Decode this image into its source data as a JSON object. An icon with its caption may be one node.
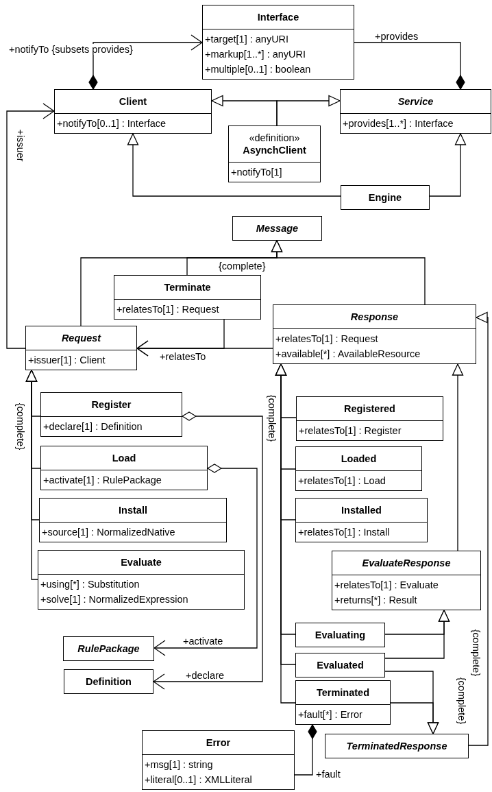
{
  "diagram": {
    "nodes": [
      {
        "text": [
          "Interface",
          "+target[1] : anyURI",
          "+markup[1..*] : anyURI",
          "+multiple[0..1] : boolean"
        ]
      },
      {
        "text": [
          "Client",
          "+notifyTo[0..1] : Interface"
        ]
      },
      {
        "text": [
          "Service",
          "+provides[1..*] : Interface"
        ]
      },
      {
        "text": [
          "«definition»",
          "AsynchClient",
          "+notifyTo[1]"
        ]
      },
      {
        "text": [
          "Engine"
        ]
      },
      {
        "text": [
          "Message"
        ]
      },
      {
        "text": [
          "Terminate",
          "+relatesTo[1] : Request"
        ]
      },
      {
        "text": [
          "Response",
          "+relatesTo[1] : Request",
          "+available[*] : AvailableResource"
        ]
      },
      {
        "text": [
          "Request",
          "+issuer[1] : Client"
        ]
      },
      {
        "text": [
          "Register",
          "+declare[1] : Definition"
        ]
      },
      {
        "text": [
          "Load",
          "+activate[1] : RulePackage"
        ]
      },
      {
        "text": [
          "Install",
          "+source[1] : NormalizedNative"
        ]
      },
      {
        "text": [
          "Evaluate",
          "+using[*] : Substitution",
          "+solve[1] : NormalizedExpression"
        ]
      },
      {
        "text": [
          "Registered",
          "+relatesTo[1] : Register"
        ]
      },
      {
        "text": [
          "Loaded",
          "+relatesTo[1] : Load"
        ]
      },
      {
        "text": [
          "Installed",
          "+relatesTo[1] : Install"
        ]
      },
      {
        "text": [
          "EvaluateResponse",
          "+relatesTo[1] : Evaluate",
          "+returns[*] : Result"
        ]
      },
      {
        "text": [
          "RulePackage"
        ]
      },
      {
        "text": [
          "Definition"
        ]
      },
      {
        "text": [
          "Evaluating"
        ]
      },
      {
        "text": [
          "Evaluated"
        ]
      },
      {
        "text": [
          "Terminated",
          "+fault[*] : Error"
        ]
      },
      {
        "text": [
          "Error",
          "+msg[1] : string",
          "+literal[0..1] : XMLLiteral"
        ]
      },
      {
        "text": [
          "TerminatedResponse"
        ]
      }
    ],
    "edges": [
      {
        "from": 1,
        "to": 0,
        "arrow": "to",
        "label": "+notifyTo {subsets provides}"
      },
      {
        "from": 2,
        "to": 0,
        "arrow": "other",
        "label": "+provides"
      },
      {
        "from": 3,
        "to": 1,
        "arrow": "to"
      },
      {
        "from": 3,
        "to": 2,
        "arrow": "to"
      },
      {
        "from": 4,
        "to": 1,
        "arrow": "to"
      },
      {
        "from": 4,
        "to": 2,
        "arrow": "to"
      },
      {
        "from": 8,
        "to": 1,
        "arrow": "to",
        "label": "+issuer"
      },
      {
        "from": 8,
        "to": 5,
        "arrow": "to"
      },
      {
        "from": 6,
        "to": 5,
        "arrow": "to"
      },
      {
        "from": 7,
        "to": 5,
        "arrow": "to"
      },
      {
        "from": 6,
        "to": 8,
        "arrow": "to"
      },
      {
        "from": 7,
        "to": 8,
        "arrow": "to",
        "label": "+relatesTo"
      },
      {
        "from": 23,
        "to": 7,
        "arrow": "to"
      },
      {
        "from": 9,
        "to": 8,
        "arrow": "to"
      },
      {
        "from": 10,
        "to": 8,
        "arrow": "to"
      },
      {
        "from": 11,
        "to": 8,
        "arrow": "to"
      },
      {
        "from": 12,
        "to": 8,
        "arrow": "to"
      },
      {
        "from": 13,
        "to": 7,
        "arrow": "to"
      },
      {
        "from": 14,
        "to": 7,
        "arrow": "to"
      },
      {
        "from": 15,
        "to": 7,
        "arrow": "to"
      },
      {
        "from": 16,
        "to": 7,
        "arrow": "to"
      },
      {
        "from": 19,
        "to": 7,
        "arrow": "to"
      },
      {
        "from": 20,
        "to": 7,
        "arrow": "to"
      },
      {
        "from": 21,
        "to": 7,
        "arrow": "to"
      },
      {
        "from": 9,
        "to": 18,
        "arrow": "to",
        "label": "+declare"
      },
      {
        "from": 10,
        "to": 17,
        "arrow": "to",
        "label": "+activate"
      },
      {
        "from": 19,
        "to": 16,
        "arrow": "to"
      },
      {
        "from": 20,
        "to": 16,
        "arrow": "to"
      },
      {
        "from": 20,
        "to": 23,
        "arrow": "to"
      },
      {
        "from": 21,
        "to": 23,
        "arrow": "to"
      },
      {
        "from": 21,
        "to": 22,
        "arrow": "other",
        "label": "+fault"
      }
    ],
    "labels": [
      "{complete}",
      "{complete}",
      "{complete}",
      "{complete}",
      "{complete}"
    ]
  }
}
